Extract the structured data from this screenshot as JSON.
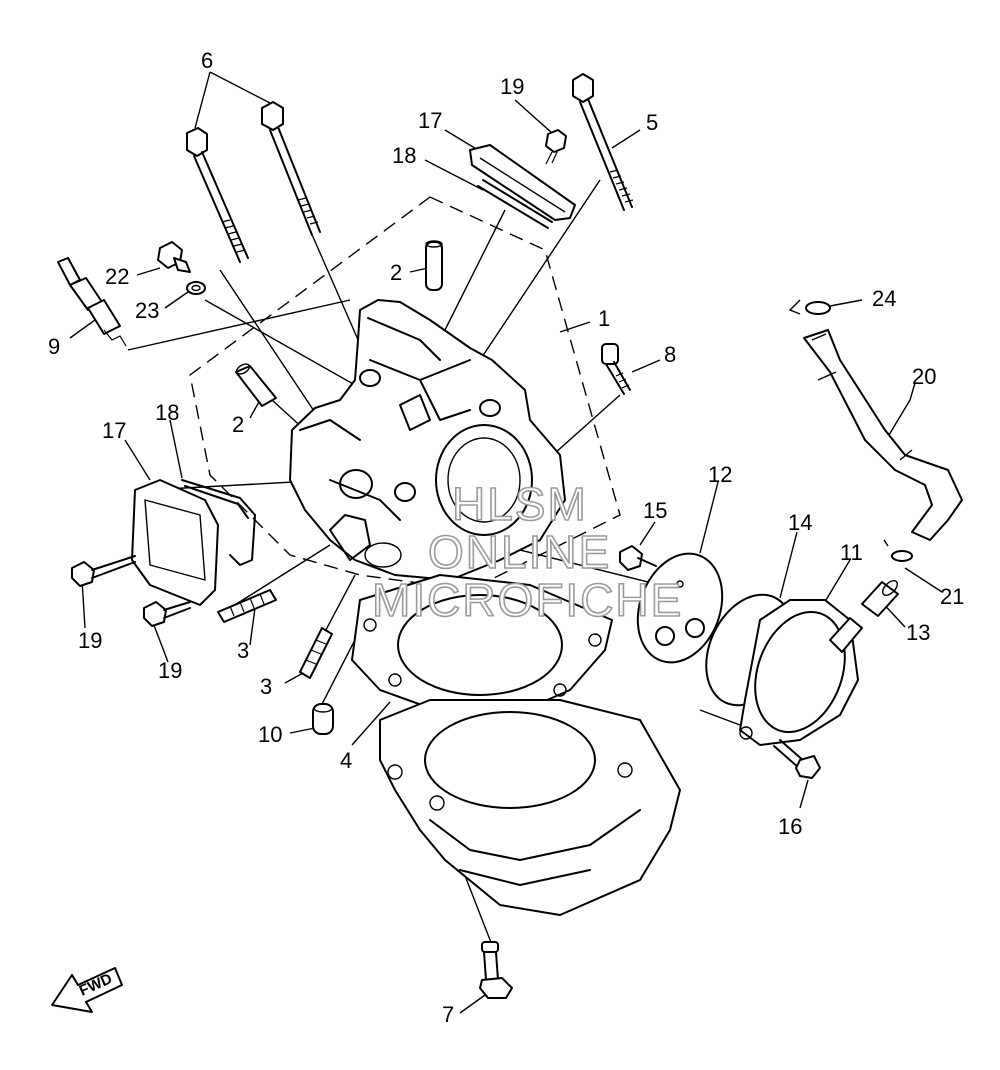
{
  "callouts": [
    "6",
    "19",
    "5",
    "17",
    "18",
    "2",
    "22",
    "23",
    "1",
    "24",
    "9",
    "8",
    "20",
    "2",
    "18",
    "17",
    "12",
    "15",
    "14",
    "11",
    "21",
    "13",
    "19",
    "19",
    "3",
    "3",
    "10",
    "4",
    "16",
    "7"
  ],
  "watermark": {
    "line1": "HLSM",
    "line2": "ONLINE",
    "line3": "MICROFICHE"
  },
  "fwd_label": "FWD"
}
